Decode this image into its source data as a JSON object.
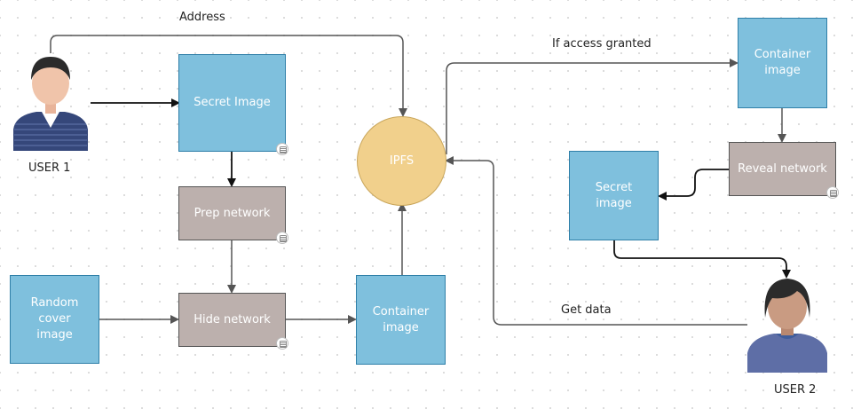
{
  "nodes": {
    "secret_image_1": "Secret Image",
    "prep_network": "Prep network",
    "hide_network": "Hide network",
    "random_cover_image": "Random cover image",
    "container_image_left": "Container image",
    "ipfs": "IPFS",
    "container_image_right": "Container image",
    "reveal_network": "Reveal network",
    "secret_image_2": "Secret image"
  },
  "actors": {
    "user1": "USER 1",
    "user2": "USER 2"
  },
  "edge_labels": {
    "address": "Address",
    "if_access_granted": "If access granted",
    "get_data": "Get data"
  },
  "colors": {
    "process_box": "#7fc0dd",
    "network_box": "#bcb0ad",
    "ipfs_node": "#f1d08c",
    "arrow": "#555555"
  }
}
